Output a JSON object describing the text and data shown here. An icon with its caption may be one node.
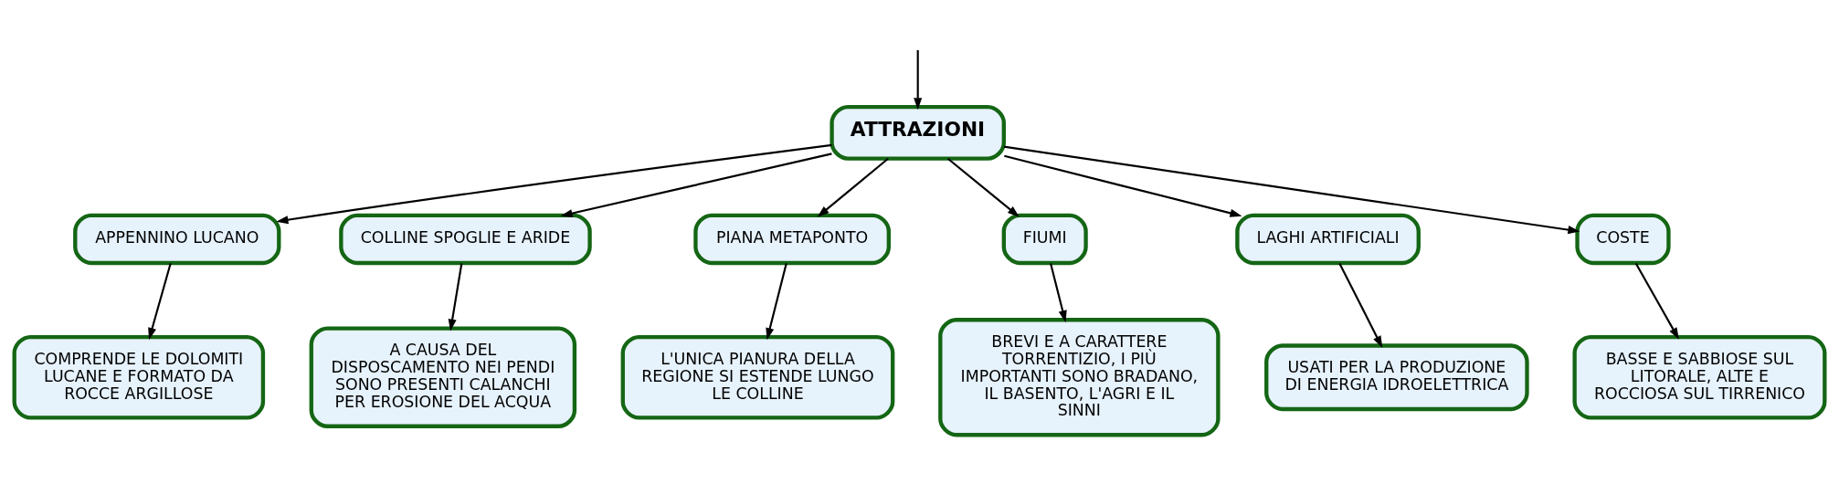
{
  "diagram": {
    "nodes": [
      {
        "text": [
          "ATTRAZIONI"
        ]
      },
      {
        "text": [
          "APPENNINO LUCANO"
        ]
      },
      {
        "text": [
          "COLLINE SPOGLIE E ARIDE"
        ]
      },
      {
        "text": [
          "PIANA METAPONTO"
        ]
      },
      {
        "text": [
          "FIUMI"
        ]
      },
      {
        "text": [
          "LAGHI ARTIFICIALI"
        ]
      },
      {
        "text": [
          "COSTE"
        ]
      },
      {
        "text": [
          "COMPRENDE LE DOLOMITI LUCANE E FORMATO DA ROCCE ARGILLOSE"
        ]
      },
      {
        "text": [
          "A CAUSA DEL DISPOSCAMENTO NEI PENDI SONO PRESENTI CALANCHI PER EROSIONE DEL ACQUA"
        ]
      },
      {
        "text": [
          "L'UNICA PIANURA DELLA REGIONE SI ESTENDE LUNGO LE COLLINE"
        ]
      },
      {
        "text": [
          "BREVI E A CARATTERE TORRENTIZIO, I PIÙ IMPORTANTI SONO BRADANO, IL BASENTO, L'AGRI E IL SINNI"
        ]
      },
      {
        "text": [
          "USATI PER LA PRODUZIONE DI ENERGIA IDROELETTRICA"
        ]
      },
      {
        "text": [
          "BASSE E SABBIOSE SUL LITORALE, ALTE E ROCCIOSA SUL TIRRENICO"
        ]
      }
    ],
    "edges": [
      {
        "from": null,
        "to": 0,
        "arrow": "to"
      },
      {
        "from": 0,
        "to": 1,
        "arrow": "to"
      },
      {
        "from": 0,
        "to": 2,
        "arrow": "to"
      },
      {
        "from": 0,
        "to": 3,
        "arrow": "to"
      },
      {
        "from": 0,
        "to": 4,
        "arrow": "to"
      },
      {
        "from": 0,
        "to": 5,
        "arrow": "to"
      },
      {
        "from": 0,
        "to": 6,
        "arrow": "to"
      },
      {
        "from": 1,
        "to": 7,
        "arrow": "to"
      },
      {
        "from": 2,
        "to": 8,
        "arrow": "to"
      },
      {
        "from": 3,
        "to": 9,
        "arrow": "to"
      },
      {
        "from": 4,
        "to": 10,
        "arrow": "to"
      },
      {
        "from": 5,
        "to": 11,
        "arrow": "to"
      },
      {
        "from": 6,
        "to": 12,
        "arrow": "to"
      }
    ]
  }
}
